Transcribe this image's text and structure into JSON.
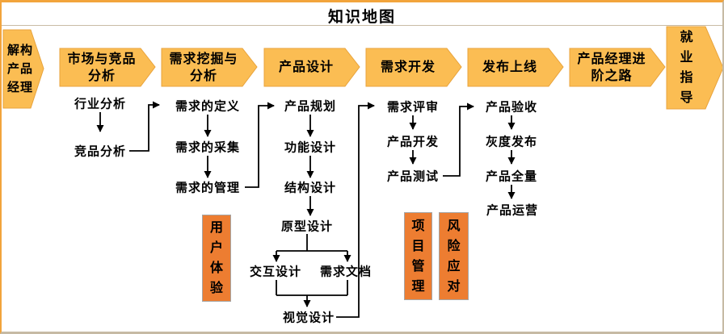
{
  "title": "知识地图",
  "stages": [
    {
      "label": "解构\n产品\n经理"
    },
    {
      "label": "市场与竞品\n分析"
    },
    {
      "label": "需求挖掘与\n分析"
    },
    {
      "label": "产品设计"
    },
    {
      "label": "需求开发"
    },
    {
      "label": "发布上线"
    },
    {
      "label": "产品经理进\n阶之路"
    },
    {
      "label": "就\n业\n指\n导"
    }
  ],
  "nodes": {
    "market": [
      "行业分析",
      "竞品分析"
    ],
    "requirement": [
      "需求的定义",
      "需求的采集",
      "需求的管理"
    ],
    "design": [
      "产品规划",
      "功能设计",
      "结构设计",
      "原型设计",
      "交互设计",
      "需求文档",
      "视觉设计"
    ],
    "development": [
      "需求评审",
      "产品开发",
      "产品测试"
    ],
    "release": [
      "产品验收",
      "灰度发布",
      "产品全量",
      "产品运营"
    ]
  },
  "boxes": [
    "用\n户\n体\n验",
    "项\n目\n管\n理",
    "风\n险\n应\n对"
  ],
  "colors": {
    "stage_fill": "#FBBD53",
    "stage_stroke": "#E8A33C",
    "box_fill": "#ED7D31",
    "connector": "#000000",
    "frame_accent": "#F2A43C",
    "frame_shadow": "#C6BAA4"
  }
}
